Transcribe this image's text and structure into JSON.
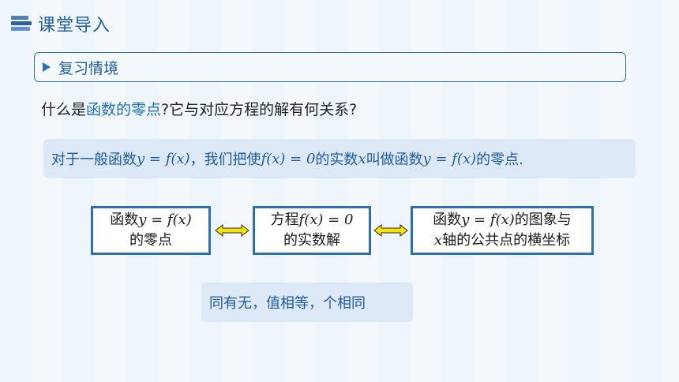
{
  "header": {
    "title": "课堂导入",
    "icon": "books-icon"
  },
  "section": {
    "label": "复习情境",
    "icon": "triangle-arrow-icon"
  },
  "question": {
    "prefix": "什么是",
    "highlight": "函数的零点",
    "suffix": "?它与对应方程的解有何关系?"
  },
  "definition": {
    "p1": "对于一般函数",
    "m1": "y = f(x)",
    "p2": "，我们把使",
    "m2": "f(x) = 0",
    "p3": "的实数",
    "m3": "x",
    "p4": "叫做函数",
    "m4": "y = f(x)",
    "p5": "的零点."
  },
  "boxes": [
    {
      "line1_text": "函数",
      "line1_math": "y = f(x)",
      "line2": "的零点"
    },
    {
      "line1_text": "方程",
      "line1_math": "f(x) = 0",
      "line2": "的实数解"
    },
    {
      "line1_text": "函数",
      "line1_math": "y = f(x)",
      "line1_tail": "的图象与",
      "line2_math": "x",
      "line2": "轴的公共点的横坐标"
    }
  ],
  "summary": {
    "text": "同有无，值相等，个相同"
  },
  "colors": {
    "accent": "#2e6fb4",
    "arrow_fill": "#f5e300",
    "highlight_text": "#1f6fbf"
  }
}
